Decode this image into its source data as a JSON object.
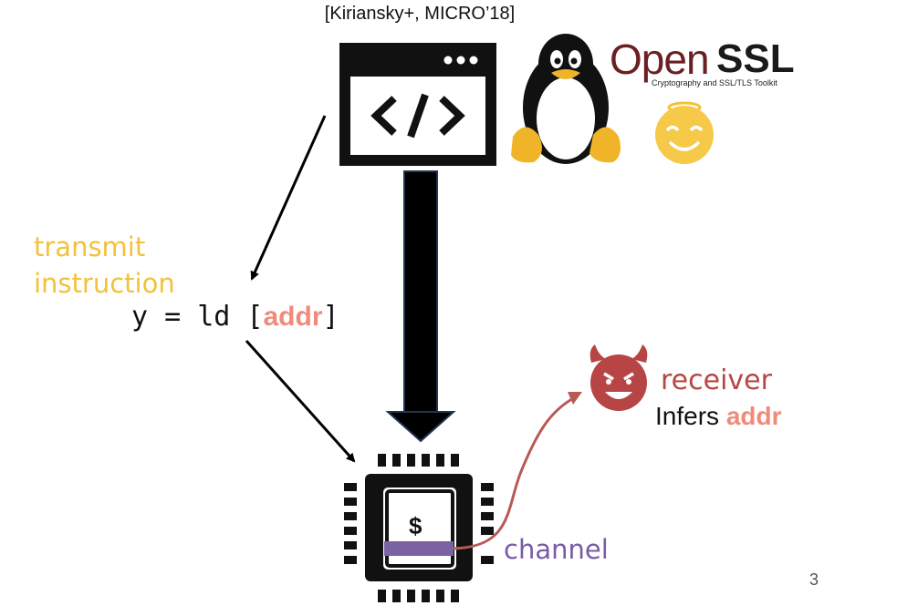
{
  "slide": {
    "citation": "[Kiriansky+, MICRO’18]",
    "page_number": "3"
  },
  "openssl": {
    "open": "Open",
    "ssl": "SSL",
    "tagline": "Cryptography and SSL/TLS Toolkit"
  },
  "transmit": {
    "line1": "transmit",
    "line2": "instruction"
  },
  "code": {
    "prefix": "y = ld [",
    "addr": "addr",
    "suffix": "]"
  },
  "receiver": {
    "label": "receiver",
    "infers": "Infers",
    "addr": "addr"
  },
  "cache": {
    "symbol": "$"
  },
  "channel": {
    "label": "channel"
  },
  "colors": {
    "addr": "#f08a7a",
    "transmit": "#f3c23a",
    "receiver": "#b84545",
    "channel": "#7a5aa6",
    "openssl": "#6b1f22"
  },
  "icons": [
    "code-window-icon",
    "tux-penguin-icon",
    "openssl-logo",
    "halo-smiley-icon",
    "devil-face-icon",
    "cpu-chip-icon"
  ]
}
